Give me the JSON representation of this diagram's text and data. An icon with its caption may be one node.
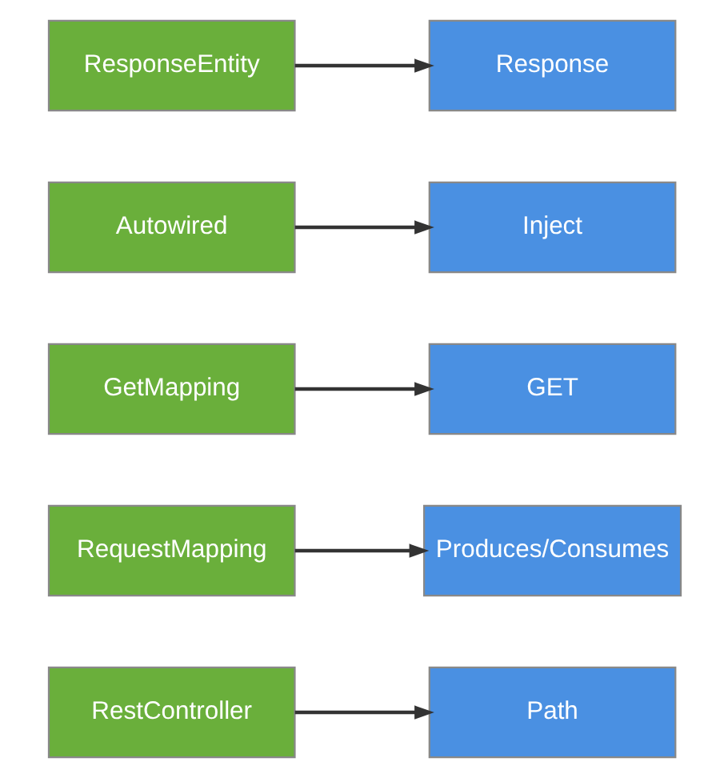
{
  "diagram": {
    "nodes": [
      {
        "text": [
          "RestController"
        ]
      },
      {
        "text": [
          "Path"
        ]
      },
      {
        "text": [
          "RequestMapping"
        ]
      },
      {
        "text": [
          "Produces/Consumes"
        ]
      },
      {
        "text": [
          "GetMapping"
        ]
      },
      {
        "text": [
          "GET"
        ]
      },
      {
        "text": [
          "Autowired"
        ]
      },
      {
        "text": [
          "Inject"
        ]
      },
      {
        "text": [
          "ResponseEntity"
        ]
      },
      {
        "text": [
          "Response"
        ]
      }
    ],
    "edges": [
      {
        "from": 0,
        "to": 1,
        "arrow": "to"
      },
      {
        "from": 2,
        "to": 3,
        "arrow": "to"
      },
      {
        "from": 4,
        "to": 5,
        "arrow": "to"
      },
      {
        "from": 6,
        "to": 7,
        "arrow": "to"
      },
      {
        "from": 8,
        "to": 9,
        "arrow": "to"
      }
    ]
  }
}
